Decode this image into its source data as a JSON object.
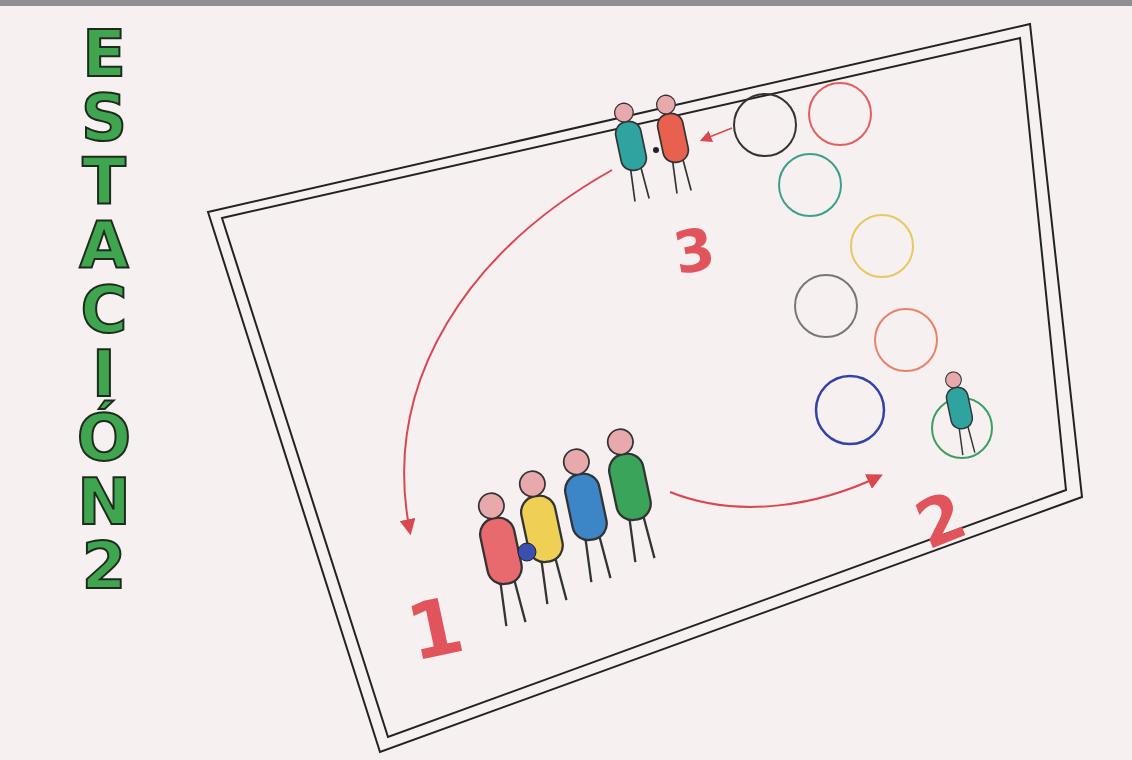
{
  "diagram": {
    "title": "ESTACIÓN 2",
    "labels": [
      "1",
      "2",
      "3"
    ]
  }
}
